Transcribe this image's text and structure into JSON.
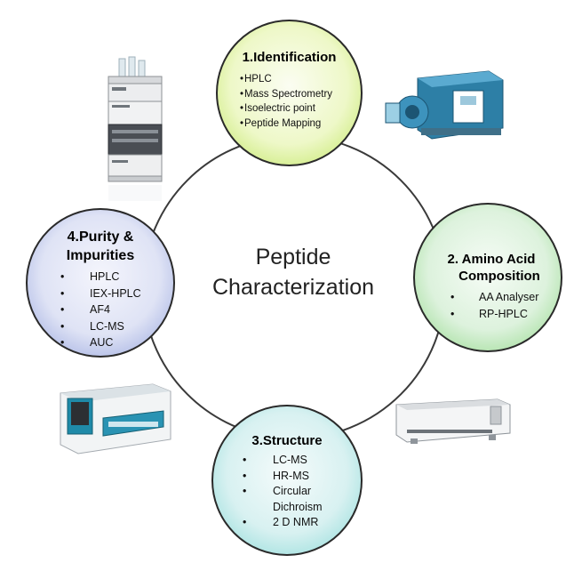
{
  "center": {
    "line1": "Peptide",
    "line2": "Characterization"
  },
  "nodes": [
    {
      "title": "1.Identification",
      "items": [
        "HPLC",
        "Mass Spectrometry",
        "Isoelectric point",
        "Peptide Mapping"
      ],
      "color": "#a9d94a"
    },
    {
      "title_line1": "2. Amino Acid",
      "title_line2": "Composition",
      "items": [
        "AA Analyser",
        "RP-HPLC"
      ],
      "color": "#7fcf75"
    },
    {
      "title": "3.Structure",
      "items": [
        "LC-MS",
        "HR-MS",
        "Circular",
        "Dichroism",
        "2 D NMR"
      ],
      "color": "#6fcdca"
    },
    {
      "title_line1": "4.Purity &",
      "title_line2": "Impurities",
      "items": [
        "HPLC",
        "IEX-HPLC",
        "AF4",
        "LC-MS",
        "AUC"
      ],
      "color": "#7f8fd2"
    }
  ],
  "instruments": [
    "hplc-stack-icon",
    "mass-spectrometer-icon",
    "benchtop-analyzer-icon",
    "spectrometer-icon"
  ]
}
